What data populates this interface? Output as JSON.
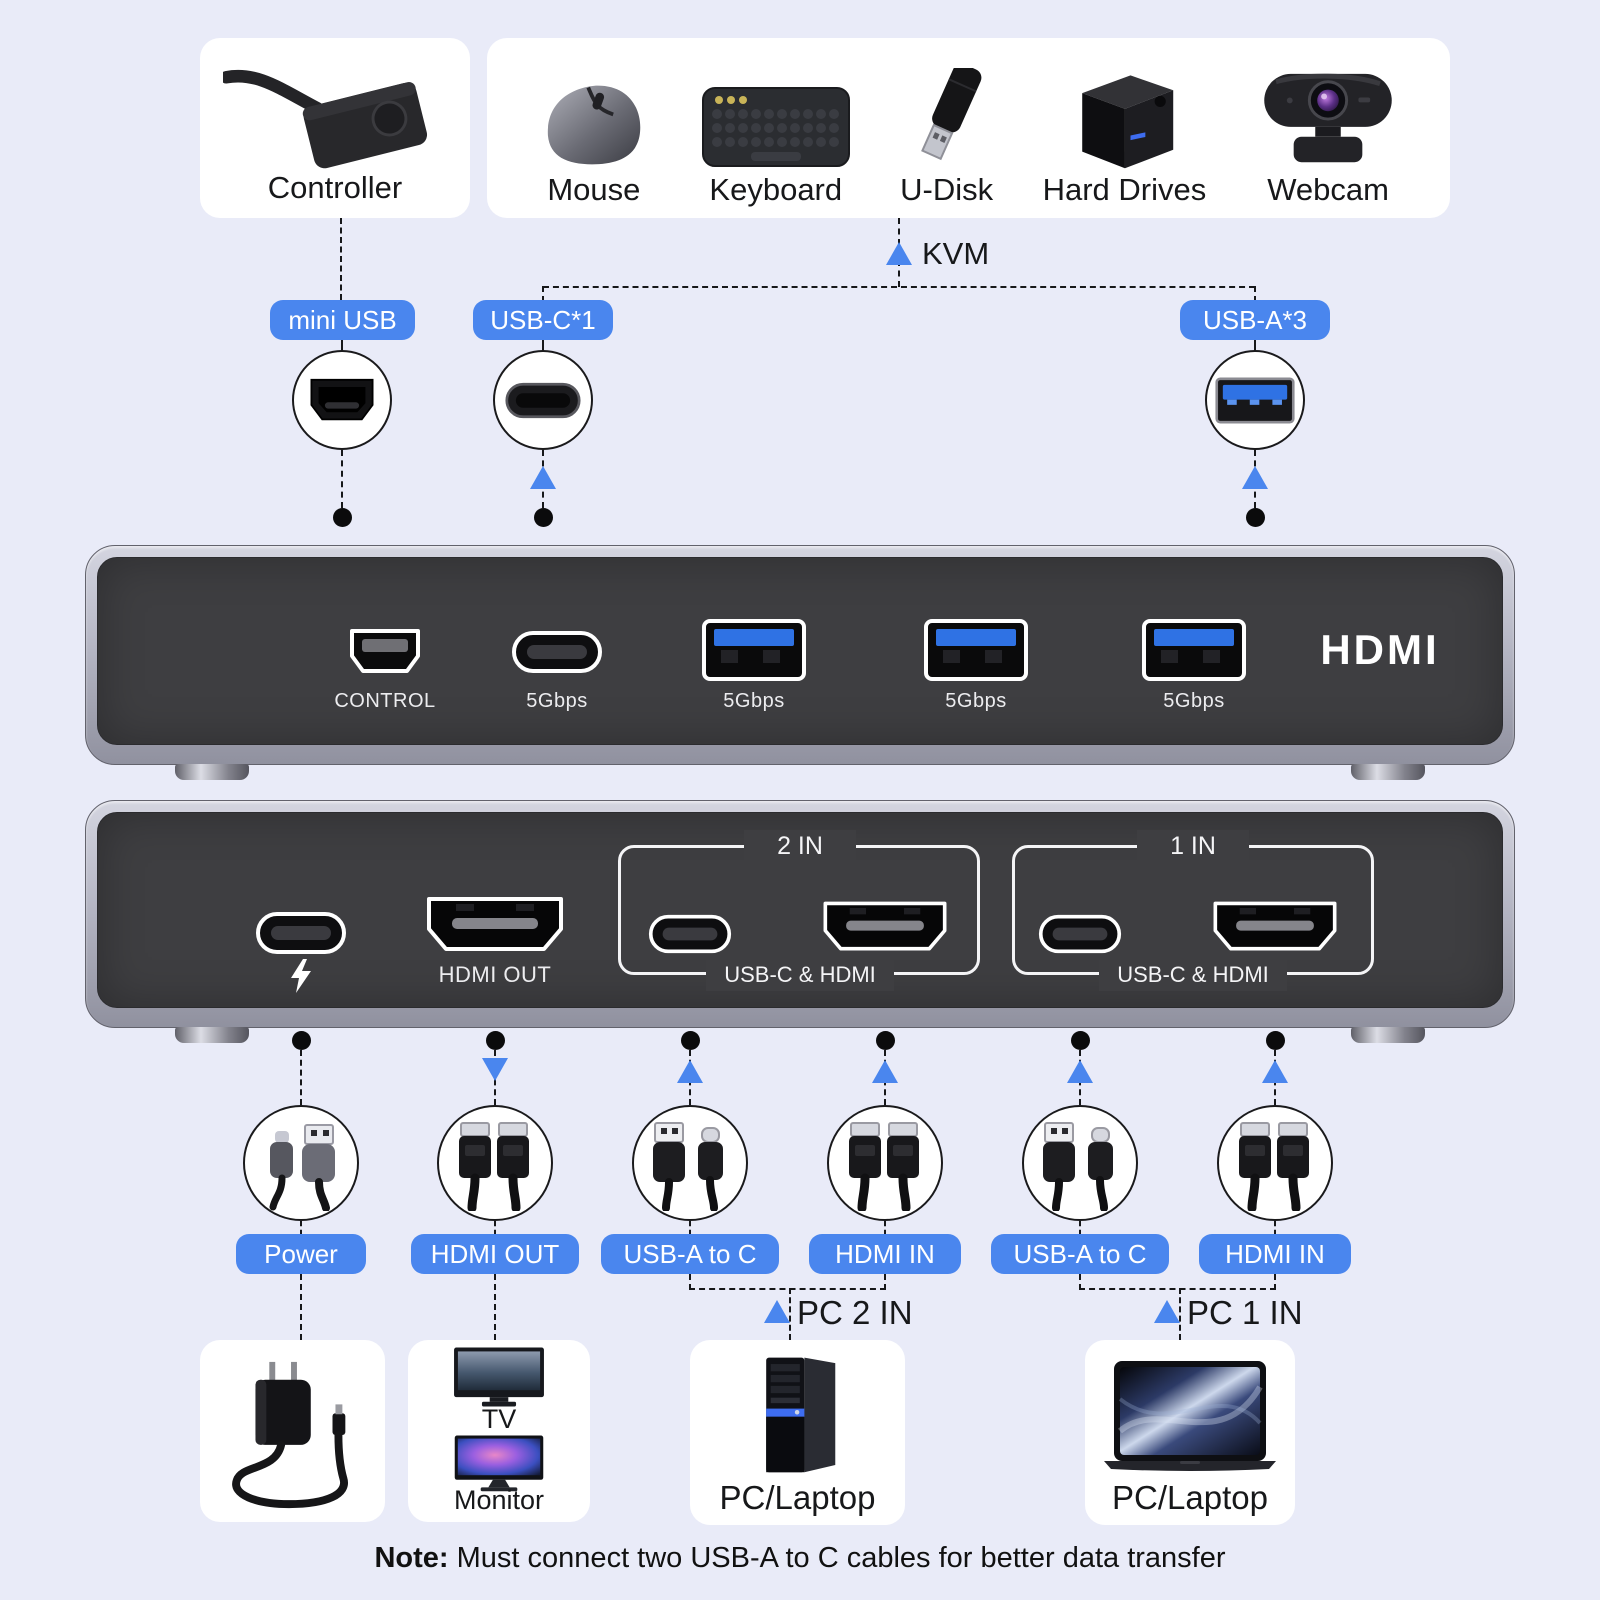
{
  "colors": {
    "accent": "#4a86ee",
    "background": "#e9ebf8",
    "panel_face": "#3e3e41",
    "panel_frame": "#b6b7c5",
    "usb_blue": "#2f72e4"
  },
  "top_cards": {
    "controller": {
      "label": "Controller"
    },
    "devices": {
      "items": [
        {
          "label": "Mouse"
        },
        {
          "label": "Keyboard"
        },
        {
          "label": "U-Disk"
        },
        {
          "label": "Hard Drives"
        },
        {
          "label": "Webcam"
        }
      ]
    }
  },
  "kvm": {
    "label": "KVM"
  },
  "callouts": {
    "mini_usb": {
      "label": "mini USB"
    },
    "usb_c": {
      "label": "USB-C*1"
    },
    "usb_a": {
      "label": "USB-A*3"
    }
  },
  "front_panel": {
    "logo": "HDMI",
    "ports": [
      {
        "label": "CONTROL",
        "type": "mini-usb"
      },
      {
        "label": "5Gbps",
        "type": "usb-c"
      },
      {
        "label": "5Gbps",
        "type": "usb-a"
      },
      {
        "label": "5Gbps",
        "type": "usb-a"
      },
      {
        "label": "5Gbps",
        "type": "usb-a"
      }
    ]
  },
  "back_panel": {
    "power_icon": "lightning-bolt",
    "hdmi_out_label": "HDMI OUT",
    "groups": [
      {
        "title": "2 IN",
        "sub": "USB-C & HDMI"
      },
      {
        "title": "1 IN",
        "sub": "USB-C & HDMI"
      }
    ]
  },
  "cable_labels": [
    {
      "label": "Power"
    },
    {
      "label": "HDMI OUT"
    },
    {
      "label": "USB-A to C"
    },
    {
      "label": "HDMI IN"
    },
    {
      "label": "USB-A to C"
    },
    {
      "label": "HDMI IN"
    }
  ],
  "pc_inputs": [
    {
      "label": "PC 2 IN"
    },
    {
      "label": "PC 1 IN"
    }
  ],
  "bottom_cards": {
    "display": {
      "tv": "TV",
      "monitor": "Monitor"
    },
    "pc2": {
      "label": "PC/Laptop"
    },
    "pc1": {
      "label": "PC/Laptop"
    }
  },
  "note": {
    "prefix": "Note:",
    "body": " Must connect two USB-A to C cables for better data transfer"
  }
}
